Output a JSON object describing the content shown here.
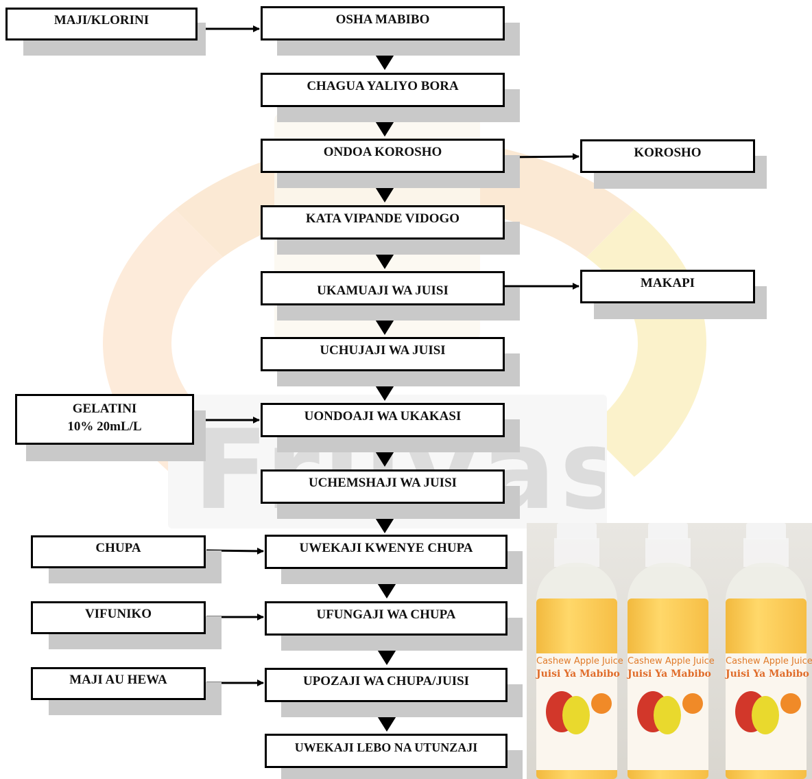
{
  "steps": [
    {
      "label": "OSHA MABIBO"
    },
    {
      "label": "CHAGUA YALIYO BORA"
    },
    {
      "label": "ONDOA KOROSHO"
    },
    {
      "label": "KATA VIPANDE VIDOGO"
    },
    {
      "label": "UKAMUAJI WA JUISI"
    },
    {
      "label": "UCHUJAJI WA JUISI"
    },
    {
      "label": "UONDOAJI WA UKAKASI"
    },
    {
      "label": "UCHEMSHAJI WA JUISI"
    },
    {
      "label": "UWEKAJI KWENYE CHUPA"
    },
    {
      "label": "UFUNGAJI WA CHUPA"
    },
    {
      "label": "UPOZAJI WA CHUPA/JUISI"
    },
    {
      "label": "UWEKAJI LEBO NA UTUNZAJI"
    }
  ],
  "inputs": [
    {
      "label": "MAJI/KLORINI"
    },
    {
      "label": "GELATINI",
      "label2": "10% 20mL/L"
    },
    {
      "label": "CHUPA"
    },
    {
      "label": "VIFUNIKO"
    },
    {
      "label": "MAJI AU HEWA"
    }
  ],
  "outputs": [
    {
      "label": "KOROSHO"
    },
    {
      "label": "MAKAPI"
    }
  ],
  "watermark": {
    "text": "Fruvase"
  },
  "photo": {
    "label_line1": "Cashew Apple Juice",
    "label_line2": "Juisi Ya Mabibo"
  }
}
